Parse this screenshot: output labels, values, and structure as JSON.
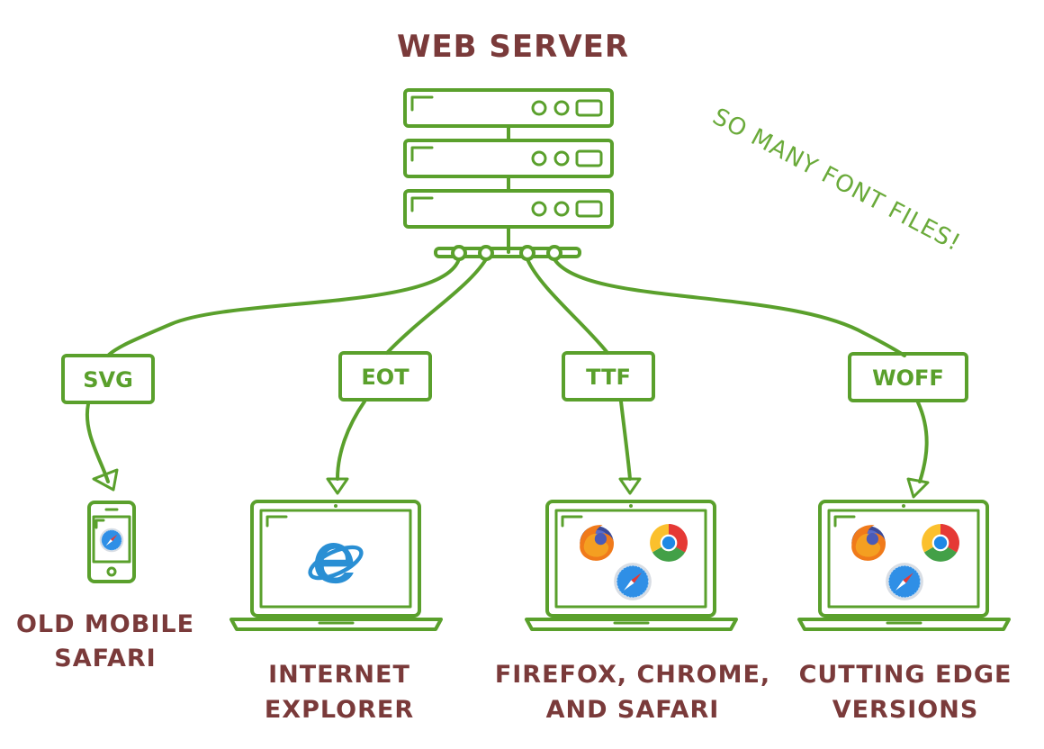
{
  "title": "WEB SERVER",
  "annotation": "SO MANY FONT FILES!",
  "branches": [
    {
      "format": "SVG",
      "client_lines": [
        "OLD MOBILE",
        "SAFARI"
      ],
      "device": "phone",
      "browsers": [
        "safari-icon"
      ]
    },
    {
      "format": "EOT",
      "client_lines": [
        "INTERNET",
        "EXPLORER"
      ],
      "device": "laptop",
      "browsers": [
        "internet-explorer-icon"
      ]
    },
    {
      "format": "TTF",
      "client_lines": [
        "FIREFOX, CHROME,",
        "AND SAFARI"
      ],
      "device": "laptop",
      "browsers": [
        "firefox-icon",
        "chrome-icon",
        "safari-icon"
      ]
    },
    {
      "format": "WOFF",
      "client_lines": [
        "CUTTING EDGE",
        "VERSIONS"
      ],
      "device": "laptop",
      "browsers": [
        "firefox-icon",
        "chrome-icon",
        "safari-icon"
      ]
    }
  ],
  "colors": {
    "line": "#5aa02c",
    "text": "#7a3a3a",
    "note": "#6aaa3a"
  }
}
